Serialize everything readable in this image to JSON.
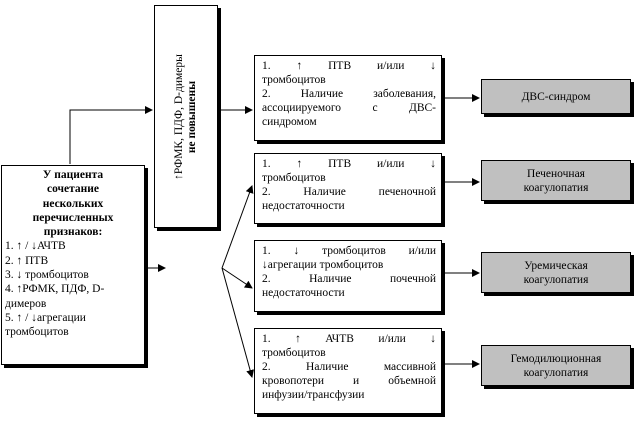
{
  "left_box": {
    "title_lines": [
      "У пациента",
      "сочетание",
      "нескольких",
      "перечисленных",
      "признаков:"
    ],
    "items": [
      "1. ↑ / ↓АЧТВ",
      "2. ↑ ПТВ",
      "3. ↓ тромбоцитов",
      "4. ↑РФМК, ПДФ, D-",
      "димеров",
      "5. ↑ / ↓агрегации",
      "тромбоцитов"
    ]
  },
  "vertical_box": {
    "line1": "↑РФМК, ПДФ, D-димеры",
    "line2": "не повышены"
  },
  "conditions": [
    {
      "lines": [
        "1.  ↑  ПТВ  и/или  ↓",
        "тромбоцитов",
        "2.  Наличие заболевания,",
        "ассоциируемого  с  ДВС-",
        "синдромом"
      ]
    },
    {
      "lines": [
        "1.  ↑  ПТВ  и/или  ↓",
        "тромбоцитов",
        "2.  Наличие  печеночной",
        "недостаточности"
      ]
    },
    {
      "lines": [
        "1.  ↓  тромбоцитов  и/или",
        "↓агрегации тромбоцитов",
        "2.  Наличие  почечной",
        "недостаточности"
      ]
    },
    {
      "lines": [
        "1.  ↑  АЧТВ  и/или  ↓",
        "тромбоцитов",
        "2.  Наличие  массивной",
        "кровопотери  и  объемной",
        "инфузии/трансфузии"
      ]
    }
  ],
  "results": [
    {
      "lines": [
        "ДВС-синдром"
      ]
    },
    {
      "lines": [
        "Печеночная",
        "коагулопатия"
      ]
    },
    {
      "lines": [
        "Уремическая",
        "коагулопатия"
      ]
    },
    {
      "lines": [
        "Гемодилюционная",
        "коагулопатия"
      ]
    }
  ]
}
